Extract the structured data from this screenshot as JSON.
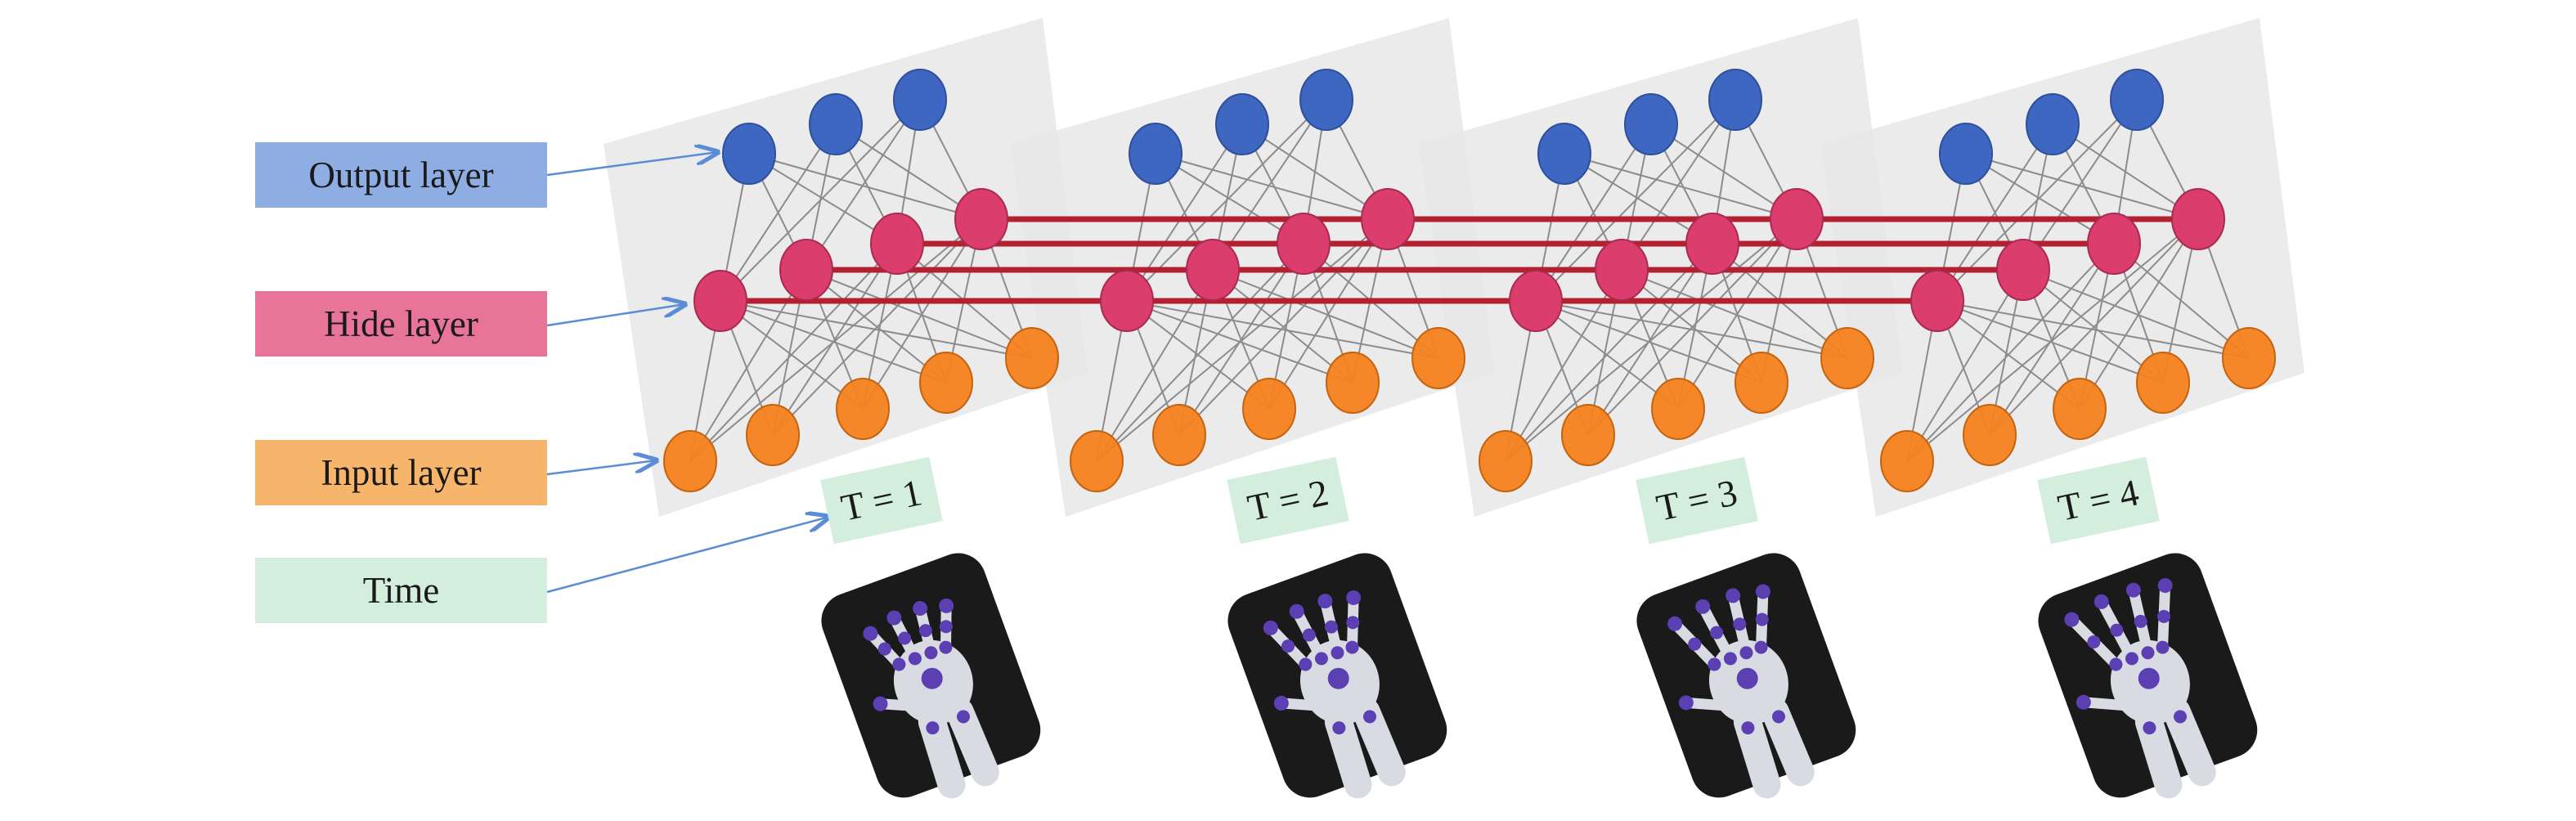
{
  "legend": {
    "output": {
      "label": "Output layer",
      "color": "#8eaee3"
    },
    "hidden": {
      "label": "Hide layer",
      "color": "#e97499"
    },
    "input": {
      "label": "Input layer",
      "color": "#f7b56c"
    },
    "time": {
      "label": "Time",
      "color": "#d3eedd"
    }
  },
  "networks": [
    {
      "time_label": "T = 1"
    },
    {
      "time_label": "T = 2"
    },
    {
      "time_label": "T = 3"
    },
    {
      "time_label": "T = 4"
    }
  ],
  "colors": {
    "panel": "#e6e6e6",
    "output_node": "#3e67c1",
    "hidden_node": "#db3d6c",
    "input_node": "#f5821f",
    "edge": "#8c8c8c",
    "recurrent_edge": "#b3202f",
    "arrow": "#5b8dd6",
    "time_tag": "#d3eedd",
    "hand_bg": "#1a1a1a",
    "hand_bone": "#d8dbe2",
    "hand_joint": "#5b3fb3"
  },
  "icons": {
    "hand_image": "hand-skeleton-icon"
  }
}
